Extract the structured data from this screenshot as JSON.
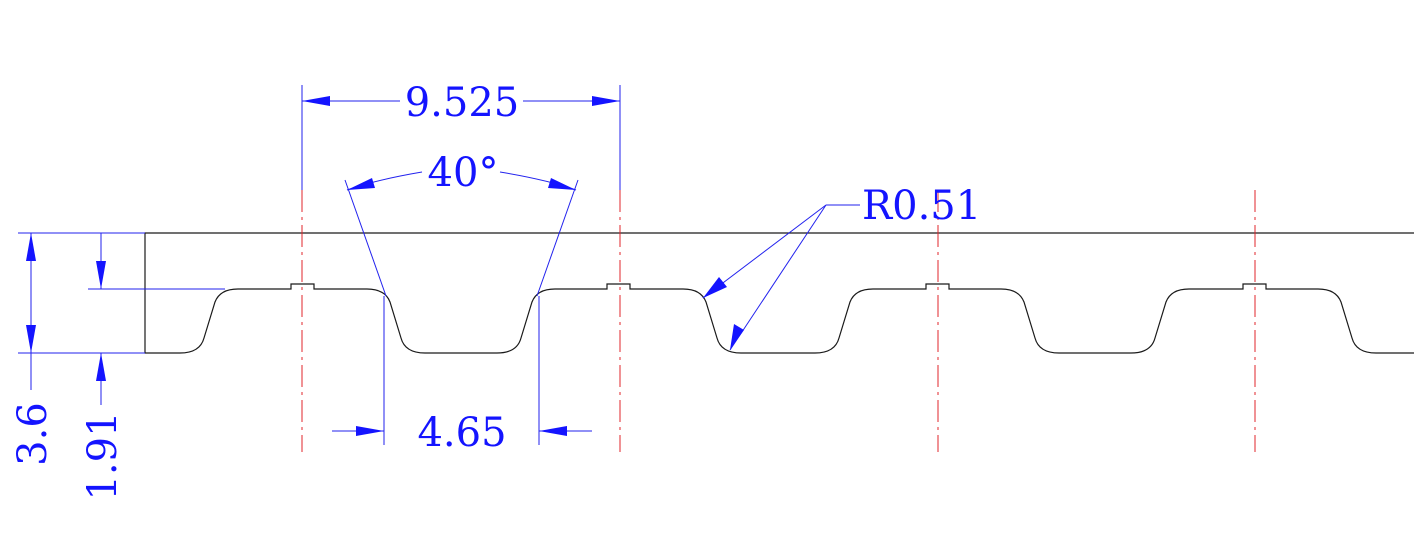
{
  "dimensions": {
    "pitch": "9.525",
    "tooth_angle": "40°",
    "tip_radius": "R0.51",
    "tooth_width": "4.65",
    "total_height": "3.6",
    "tooth_height": "1.91"
  },
  "colors": {
    "outline": "#1a1a1a",
    "centerline": "#e0242b",
    "dimension": "#1414ff"
  }
}
